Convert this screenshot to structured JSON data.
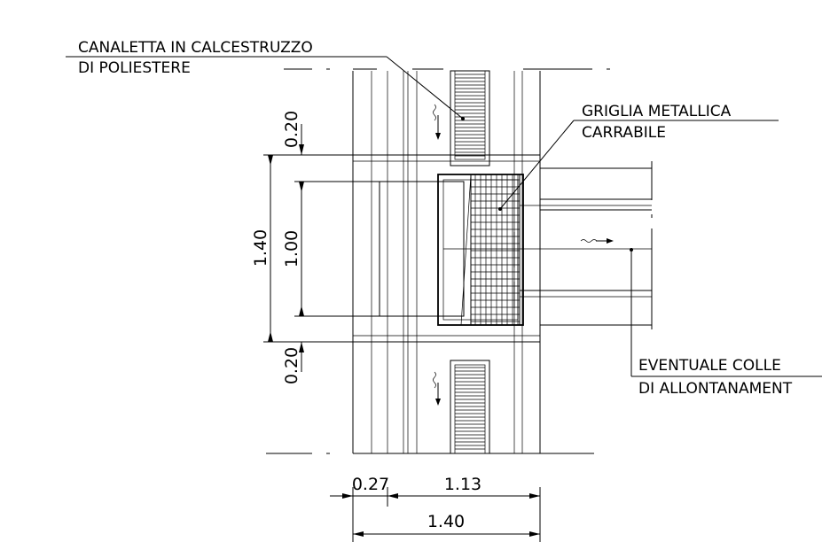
{
  "labels": {
    "canaletta_line1": "CANALETTA IN CALCESTRUZZO",
    "canaletta_line2": "DI POLIESTERE",
    "griglia_line1": "GRIGLIA METALLICA",
    "griglia_line2": "CARRABILE",
    "collettore_line1": "EVENTUALE COLLE",
    "collettore_line2": "DI ALLONTANAMENT"
  },
  "dimensions": {
    "vert_top": "0.20",
    "vert_total": "1.40",
    "vert_inner": "1.00",
    "vert_bottom": "0.20",
    "horiz_left": "0.27",
    "horiz_right": "1.13",
    "horiz_total": "1.40"
  }
}
